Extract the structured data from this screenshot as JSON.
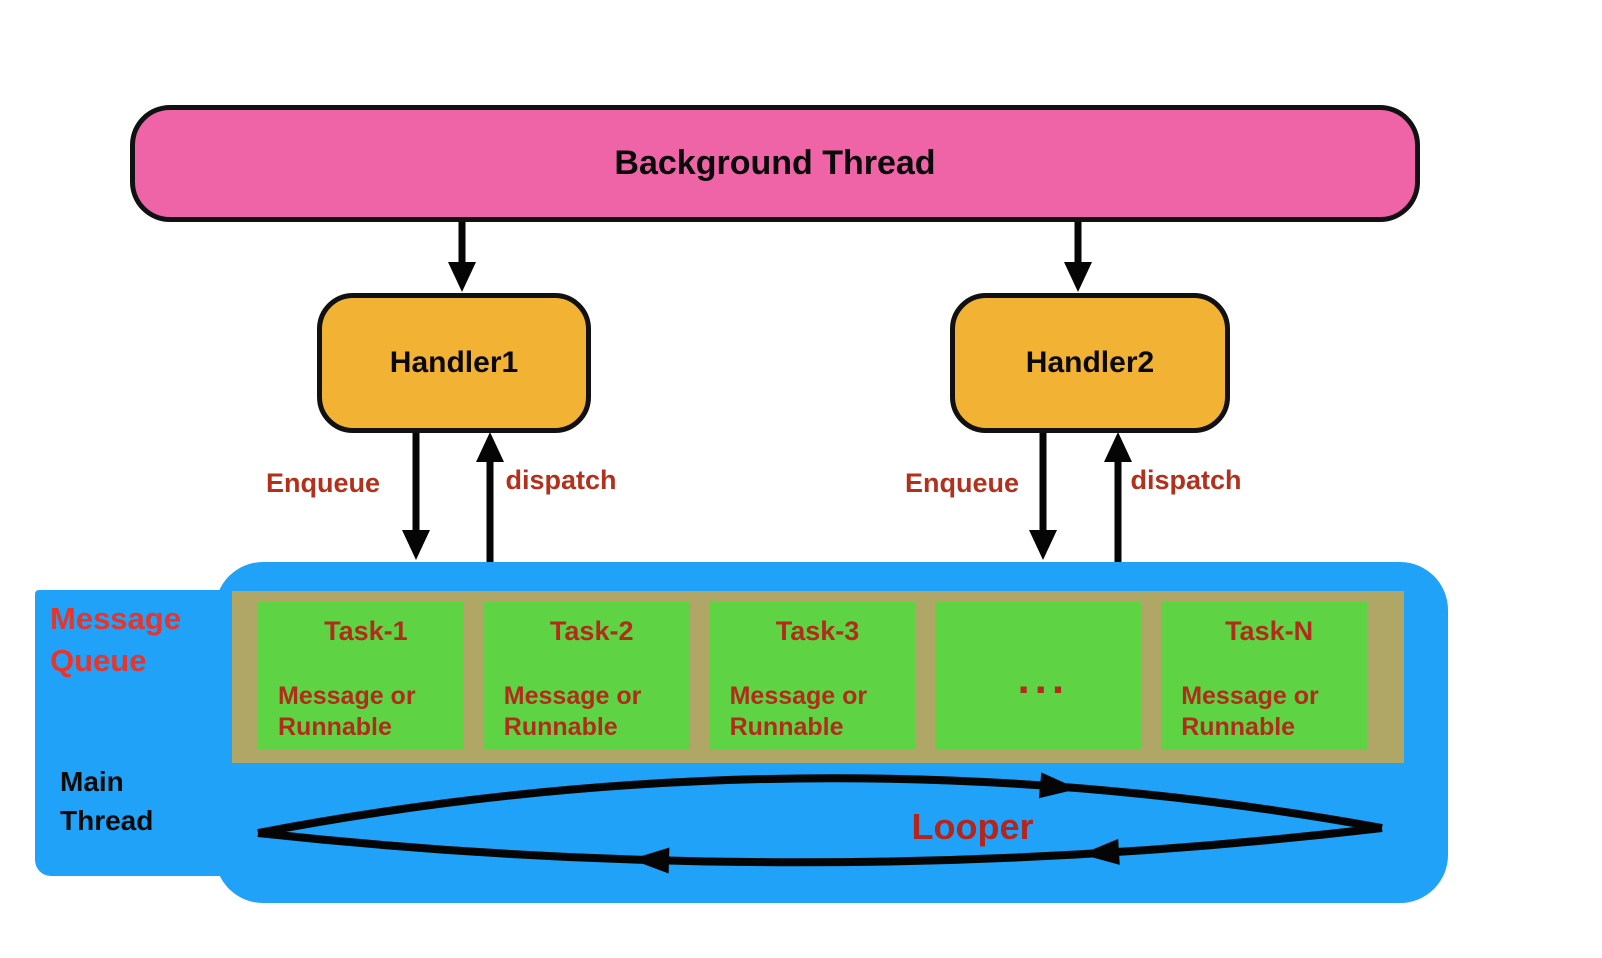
{
  "title_box": {
    "label": "Background Thread"
  },
  "handlers": [
    {
      "label": "Handler1"
    },
    {
      "label": "Handler2"
    }
  ],
  "flow_labels": {
    "enqueue": "Enqueue",
    "dispatch": "dispatch"
  },
  "message_queue": {
    "label": "Message Queue",
    "tasks": [
      {
        "title": "Task-1",
        "body": "Message or Runnable"
      },
      {
        "title": "Task-2",
        "body": "Message or Runnable"
      },
      {
        "title": "Task-3",
        "body": "Message or Runnable"
      },
      {
        "title": "...",
        "body": ""
      },
      {
        "title": "Task-N",
        "body": "Message or Runnable"
      }
    ]
  },
  "main_thread": {
    "label": "Main Thread",
    "looper_label": "Looper"
  },
  "colors": {
    "background_thread_pink": "#ee64a7",
    "handler_orange": "#f2b233",
    "main_thread_blue": "#1fa2f7",
    "queue_strip_tan": "#b0a766",
    "task_green": "#5ed444",
    "message_queue_red": "#e8342b",
    "task_text_dark_red": "#b22c1b",
    "looper_red": "#b5241d",
    "flow_label_red": "#b3301c",
    "arrow_black": "#050505"
  }
}
